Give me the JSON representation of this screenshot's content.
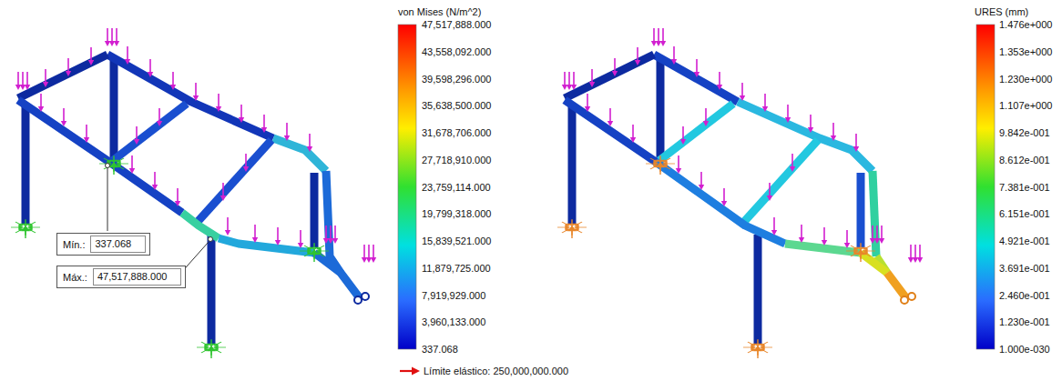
{
  "diagram": {
    "nodes": [
      {
        "text": [
          "Mín.:",
          "337.068"
        ]
      },
      {
        "text": [
          "Máx.:",
          "47,517,888.000"
        ]
      }
    ],
    "labels": [
      "von Mises (N/m^2)",
      "47,517,888.000",
      "43,558,092.000",
      "39,598,296.000",
      "35,638,500.000",
      "31,678,706.000",
      "27,718,910.000",
      "23,759,114.000",
      "19,799,318.000",
      "15,839,521.000",
      "11,879,725.000",
      "7,919,929.000",
      "3,960,133.000",
      "337.068",
      "Límite elástico: 250,000,000.000",
      "URES (mm)",
      "1.476e+000",
      "1.353e+000",
      "1.230e+000",
      "1.107e+000",
      "9.842e-001",
      "8.612e-001",
      "7.381e-001",
      "6.151e-001",
      "4.921e-001",
      "3.691e-001",
      "2.460e-001",
      "1.230e-001",
      "1.000e-030"
    ]
  }
}
